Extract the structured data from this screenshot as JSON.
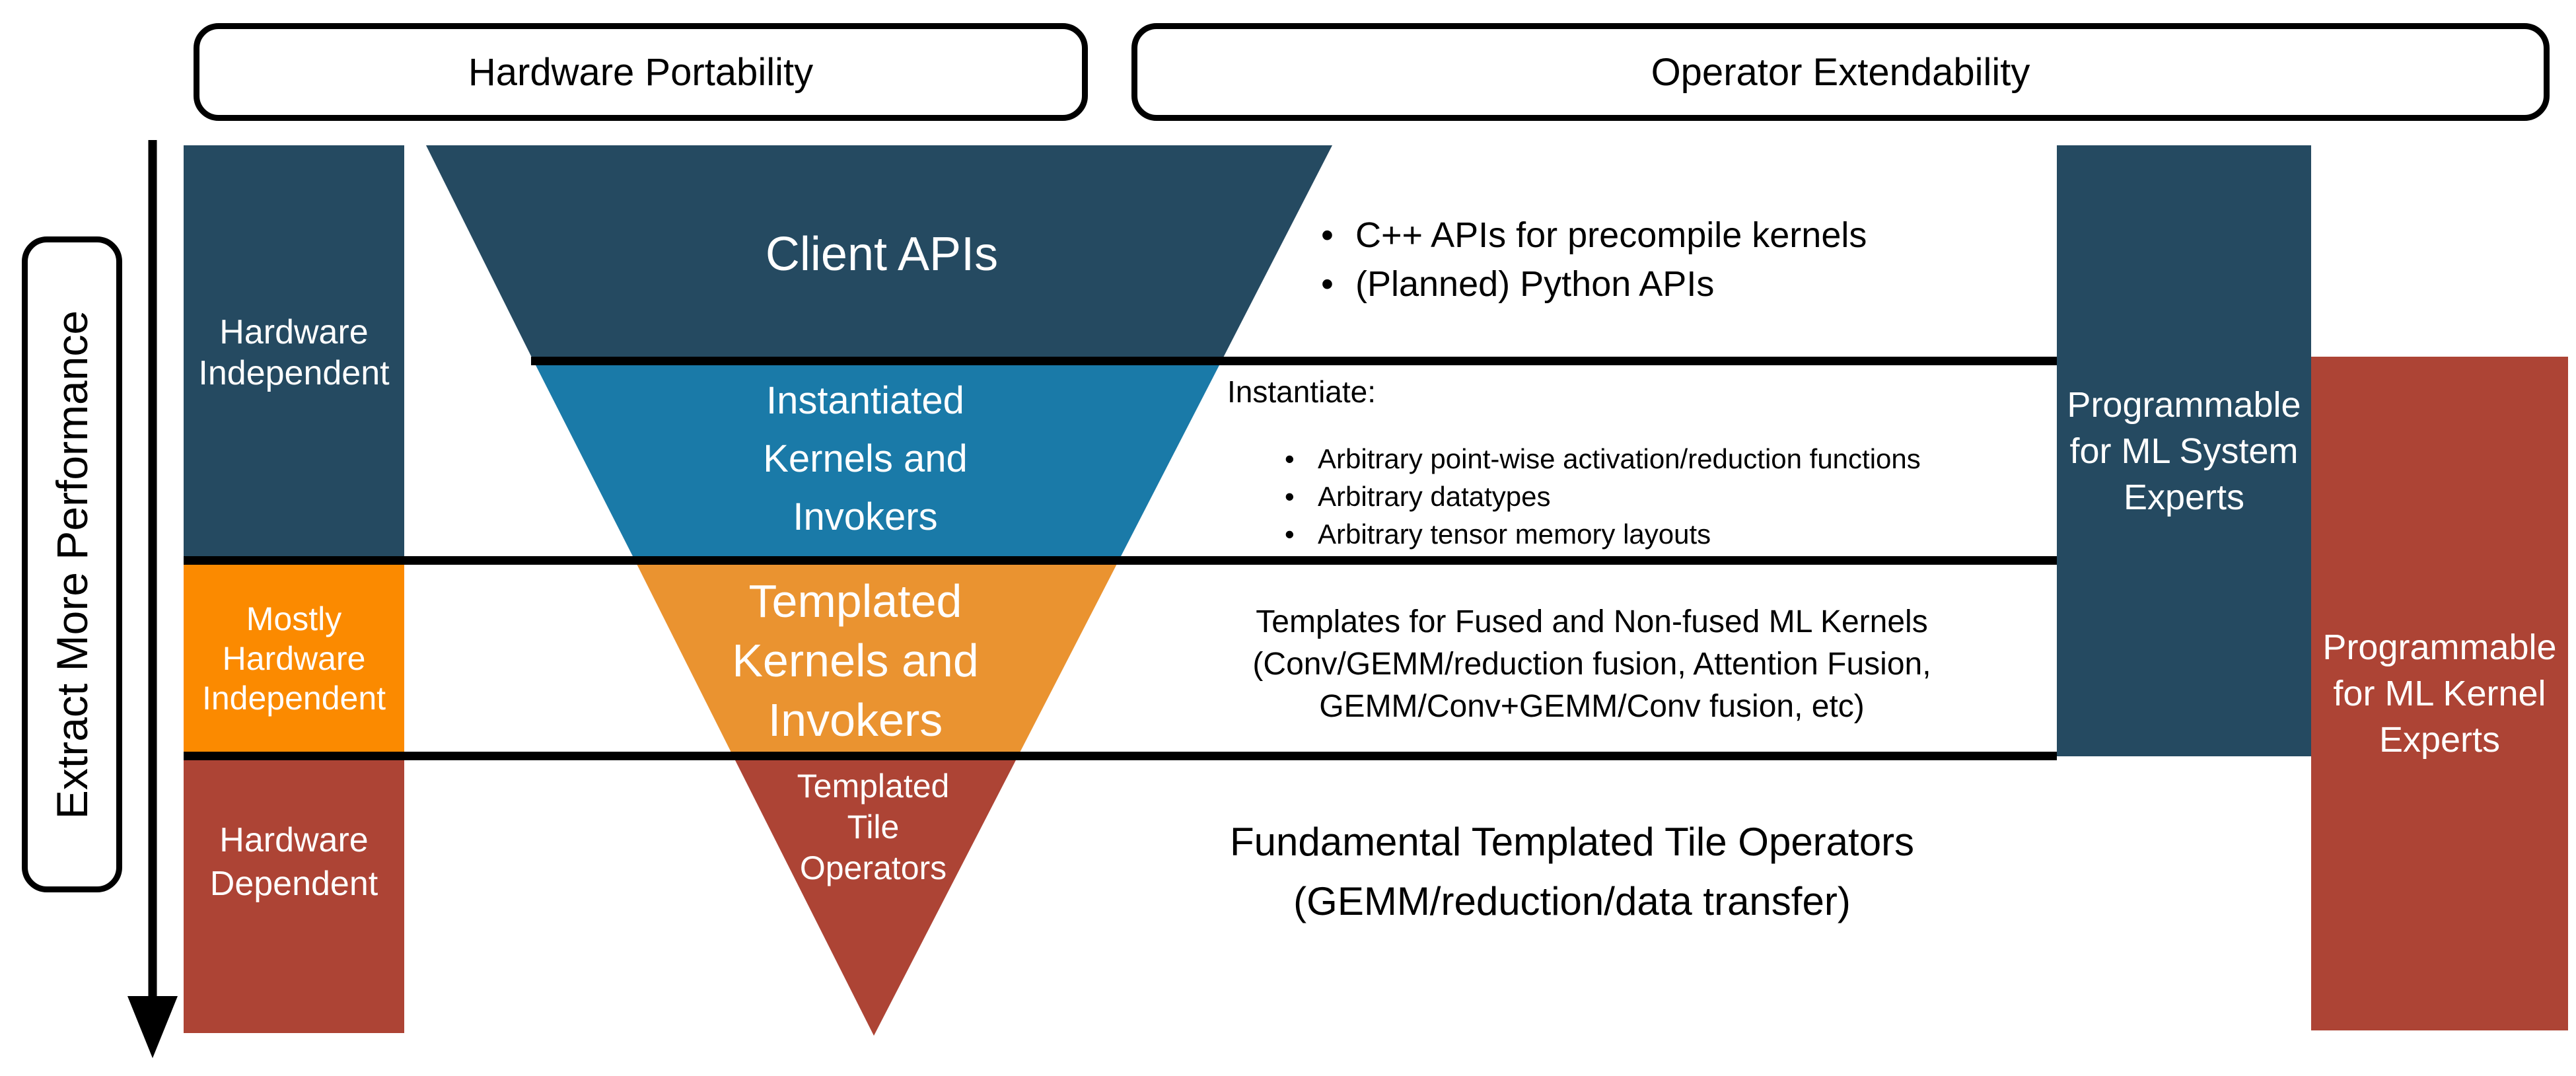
{
  "title_pills": {
    "hardware_portability": "Hardware Portability",
    "operator_extendability": "Operator Extendability"
  },
  "performance_axis": {
    "label": "Extract More Performance"
  },
  "left_column": {
    "hardware_independent": {
      "label": "Hardware\nIndependent",
      "color": "#254a61"
    },
    "mostly_hardware_independent": {
      "label": "Mostly\nHardware\nIndependent",
      "color": "#fb8a00"
    },
    "hardware_dependent": {
      "label": "Hardware\nDependent",
      "color": "#ad4435"
    }
  },
  "funnel": {
    "layers": [
      {
        "name": "client-apis",
        "label": "Client APIs",
        "color": "#254a61"
      },
      {
        "name": "instantiated-kernels-and-invokers",
        "label": "Instantiated\nKernels and\nInvokers",
        "color": "#1a7aa8"
      },
      {
        "name": "templated-kernels-and-invokers",
        "label": "Templated\nKernels and\nInvokers",
        "color": "#ea9330"
      },
      {
        "name": "templated-tile-operators",
        "label": "Templated\nTile\nOperators",
        "color": "#ad4435"
      }
    ]
  },
  "annotations": {
    "client_api_bullets": [
      "C++ APIs for precompile kernels",
      "(Planned) Python APIs"
    ],
    "instantiate_title": "Instantiate:",
    "instantiate_bullets": [
      "Arbitrary point-wise activation/reduction functions",
      "Arbitrary datatypes",
      "Arbitrary tensor memory layouts"
    ],
    "templates_text": "Templates for Fused and Non-fused ML Kernels\n(Conv/GEMM/reduction fusion, Attention Fusion,\nGEMM/Conv+GEMM/Conv fusion, etc)",
    "fundamental_text": "Fundamental Templated Tile Operators\n(GEMM/reduction/data transfer)"
  },
  "right_column": {
    "ml_system": {
      "label": "Programmable\nfor ML System\nExperts",
      "color": "#254a61"
    },
    "ml_kernel": {
      "label": "Programmable\nfor ML Kernel\nExperts",
      "color": "#ad4435"
    }
  },
  "colors": {
    "navy": "#254a61",
    "teal": "#1a7aa8",
    "funnel_orange": "#ea9330",
    "bright_orange": "#fb8a00",
    "brick_red": "#ad4435",
    "line_black": "#000000"
  }
}
